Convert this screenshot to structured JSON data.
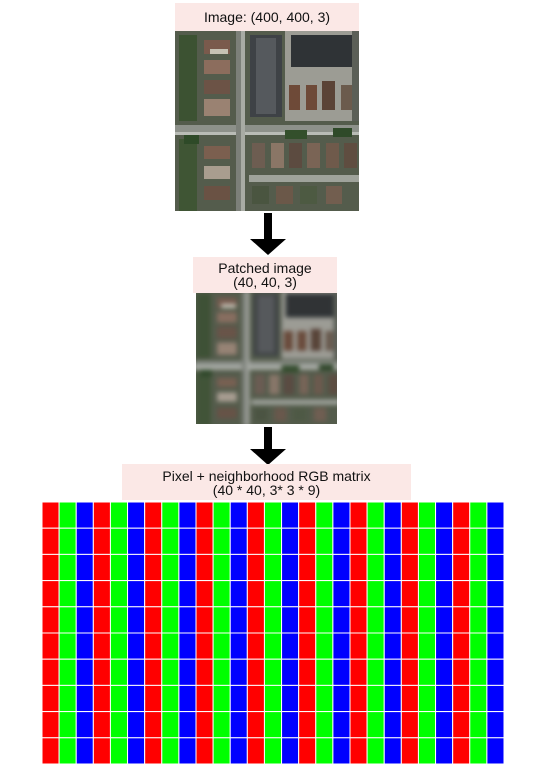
{
  "stages": {
    "image_label": "Image: (400, 400, 3)",
    "patched_label_line1": "Patched image",
    "patched_label_line2": "(40, 40, 3)",
    "matrix_label_line1": "Pixel + neighborhood RGB matrix",
    "matrix_label_line2": "(40 * 40, 3* 3 * 9)"
  },
  "matrix": {
    "column_color_cycle": [
      "red",
      "green",
      "blue"
    ],
    "colors": {
      "red": "#ff0000",
      "green": "#00ff00",
      "blue": "#0000ff",
      "grid": "#ffffff"
    },
    "columns_shown": 27,
    "rows_shown": 10
  }
}
